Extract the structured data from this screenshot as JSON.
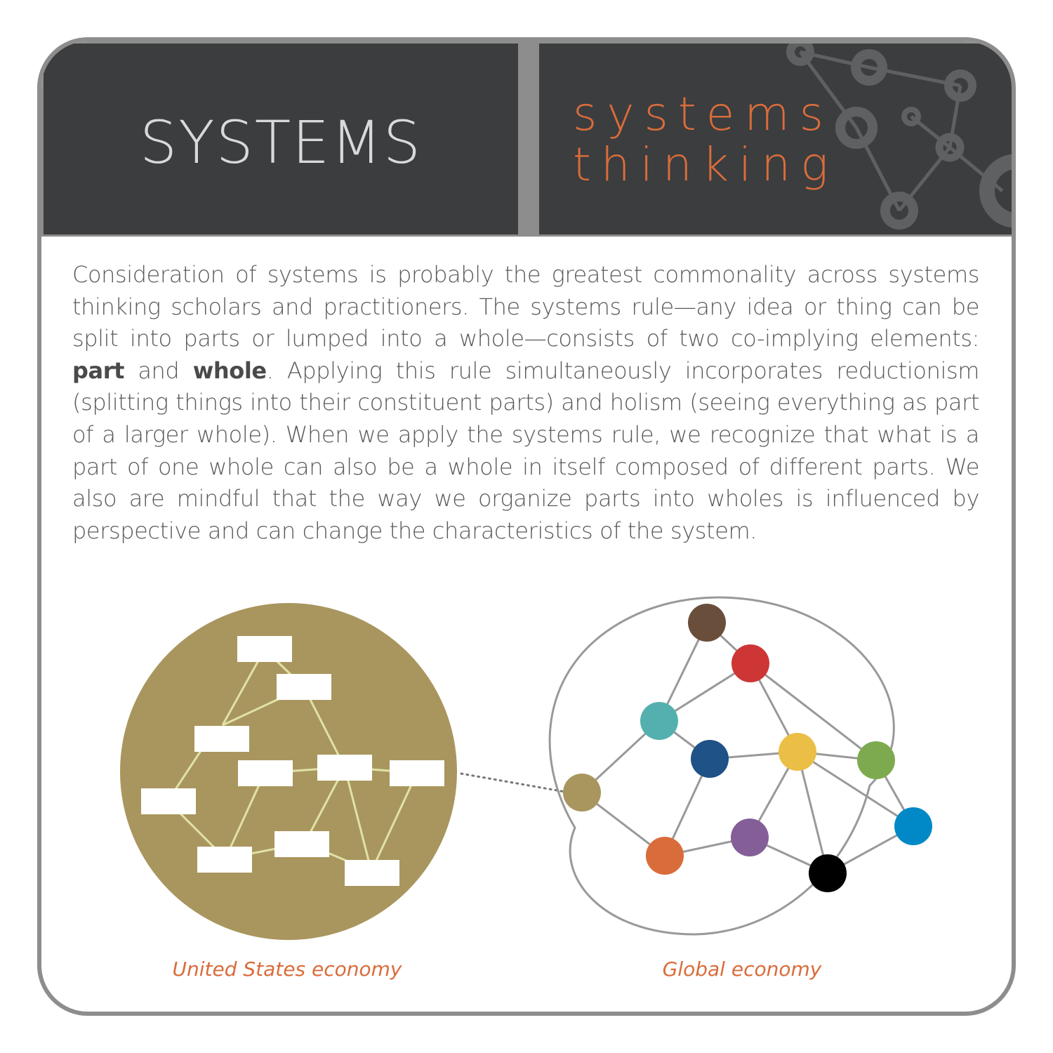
{
  "header": {
    "left_title": "SYSTEMS",
    "right_title_line1": "systems",
    "right_title_line2": "thinking"
  },
  "body": {
    "p1": "Consideration of systems is probably the greatest commonality across systems thinking scholars and practitioners. The systems rule—any idea or thing can be split into parts or lumped into a whole—consists of two co-implying elements: ",
    "term_part": "part",
    "and": " and ",
    "term_whole": "whole",
    "p2": ". Applying this rule simultaneously incorporates reductionism (splitting things into their constituent parts) and holism (seeing everything as part of a larger whole). When we apply the systems rule, we recognize that what is a part of one whole can also be a whole in itself composed of different parts. We also are mindful that the way we organize parts into wholes is influenced by perspective and can change the characteristics of the system."
  },
  "diagram": {
    "left_caption": "United States economy",
    "right_caption": "Global economy",
    "colors": {
      "us_circle": "#a9965e",
      "us_edges": "#e0e2a8",
      "global_outline": "#999999",
      "caption": "#d96c3b"
    },
    "global_nodes": [
      {
        "name": "brown-node",
        "color": "#6a4e3c"
      },
      {
        "name": "red-node",
        "color": "#ce3535"
      },
      {
        "name": "teal-node",
        "color": "#53b0ae"
      },
      {
        "name": "navy-node",
        "color": "#1f5286"
      },
      {
        "name": "yellow-node",
        "color": "#ebbe45"
      },
      {
        "name": "green-node",
        "color": "#7eaa4f"
      },
      {
        "name": "khaki-node",
        "color": "#a9965e"
      },
      {
        "name": "orange-node",
        "color": "#d96c3b"
      },
      {
        "name": "purple-node",
        "color": "#845e97"
      },
      {
        "name": "black-node",
        "color": "#000000"
      },
      {
        "name": "blue-node",
        "color": "#0089c6"
      }
    ]
  }
}
